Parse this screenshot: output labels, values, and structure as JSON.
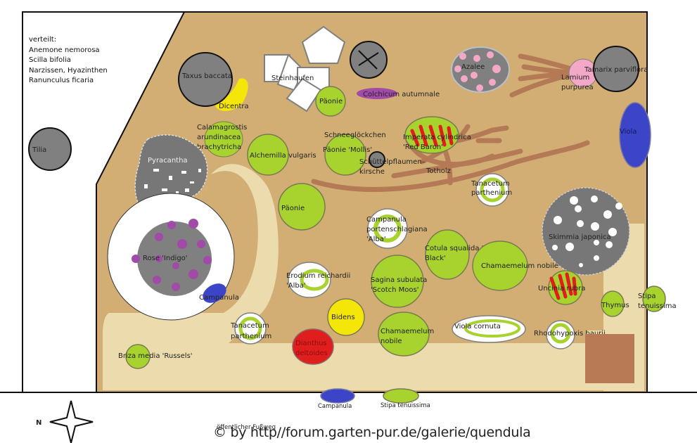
{
  "title": "Gartenplan",
  "notes": {
    "heading": "verteilt:",
    "items": [
      "Anemone nemorosa",
      "Scilla bifolia",
      "Narzissen, Hyazinthen",
      "Ranunculus ficaria"
    ]
  },
  "plants": {
    "tilia": "Tilia",
    "taxus": "Taxus baccata",
    "dicentra": "Dicentra",
    "calamagrostis": [
      "Calamagrostis",
      "arundinacea",
      "brachytricha"
    ],
    "pyracantha": "Pyracantha",
    "rose": "Rose 'Indigo'",
    "campanula_1": "Campanula",
    "steinhaufen": "Steinhaufen",
    "paeonie_1": "Päonie",
    "colchicum": "Colchicum autumnale",
    "azalee": "Azalee",
    "lamium": [
      "Lamium",
      "purpurea"
    ],
    "tamarix": "Tamarix parviflora",
    "viola": "Viola",
    "alchemilla": "Alchemilla vulgaris",
    "schneegloeckchen": "Schneeglöckchen",
    "paeonie_mollis": "Päonie 'Mollis'",
    "schuttelpflaumen": [
      "Schüttelpflaumen–",
      "kirsche"
    ],
    "imperata": [
      "Imperata cylindrica",
      "'Red Baron'"
    ],
    "totholz": "Totholz",
    "tanacetum_1": [
      "Tanacetum",
      "parthenium"
    ],
    "paeonie_2": "Päonie",
    "campanula_port": [
      "Campanula",
      "portenschlagiana",
      "'Alba'"
    ],
    "skimmia": "Skimmia japonica",
    "cotula": [
      "Cotula squalida 'Platt´s",
      "Black'"
    ],
    "chamaemelum_1": "Chamaemelum nobile",
    "erodium": [
      "Erodium reichardii",
      "'Alba'"
    ],
    "sagina": [
      "Sagina subulata",
      "'Scotch Moos'"
    ],
    "uncinia": "Uncinia rubra",
    "thymus": "Thymus",
    "stipa_1": [
      "Stipa",
      "tenuissima"
    ],
    "bidens": "Bidens",
    "tanacetum_2": [
      "Tanacetum",
      "parthenium"
    ],
    "chamaemelum_2": [
      "Chamaemelum",
      "nobile"
    ],
    "viola_cornuta": "Viola cornuta",
    "rhodohypoxis": "Rhodohypoxis baurii",
    "dianthus": [
      "Dianthus",
      "deltoides"
    ],
    "briza": "Briza media 'Russels'",
    "campanula_2": "Campanula",
    "stipa_2": "Stipa tenuissima"
  },
  "footer": {
    "compass_label": "N",
    "footpath": "öffentlicher Fußweg",
    "copyright": "© by http//forum.garten-pur.de/galerie/quendula"
  },
  "colors": {
    "soil": "#d2ae74",
    "path": "#ecdcad",
    "green_plant": "#a8d22e",
    "tree_grey": "#808080",
    "blue": "#3c45c8",
    "pink": "#f4a8c8",
    "totholz": "#b47a55",
    "purple": "#a24aa8",
    "red": "#e01e1e",
    "yellow": "#f5e60a",
    "plot": "#b87a55"
  }
}
